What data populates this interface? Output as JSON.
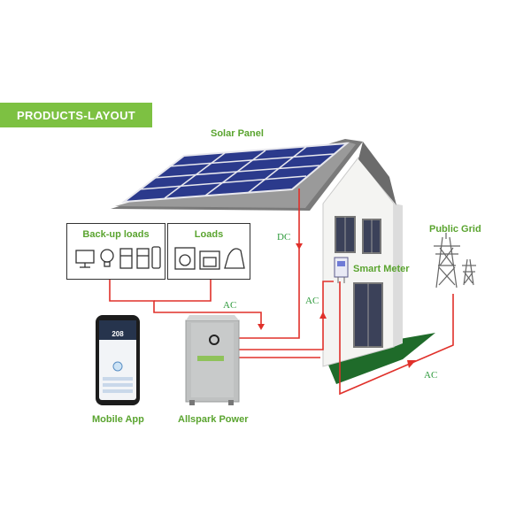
{
  "banner": {
    "title": "PRODUCTS-LAYOUT"
  },
  "labels": {
    "solar_panel": "Solar Panel",
    "backup_loads": "Back-up loads",
    "loads": "Loads",
    "public_grid": "Public Grid",
    "smart_meter": "Smart Meter",
    "mobile_app": "Mobile App",
    "allspark_power": "Allspark Power"
  },
  "flows": {
    "dc": "DC",
    "ac_loads": "AC",
    "ac_meter": "AC",
    "ac_grid": "AC"
  },
  "phone": {
    "reading": "208"
  },
  "colors": {
    "accent_green": "#7dc142",
    "label_green": "#5aa42f",
    "wire_red": "#e0302a",
    "panel_blue": "#2b3a8c",
    "lawn_green": "#1f6b2a"
  }
}
